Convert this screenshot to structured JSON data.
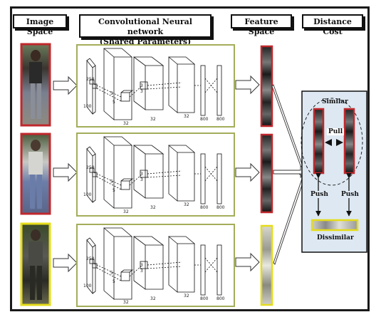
{
  "headers": {
    "image_space": "Image Space",
    "cnn_line1": "Convolutional Neural network",
    "cnn_line2": "(Shared Parameters)",
    "feature_space": "Feature Space",
    "distance_cost": "Distance Cost"
  },
  "cnn_labels": {
    "input_h": "250",
    "input_w": "100",
    "kernel1": "5",
    "kernel2": "5",
    "map1": "32",
    "kernel3": "3",
    "kernel4": "3",
    "map2": "32",
    "map3": "32",
    "fc1": "800",
    "fc2": "800"
  },
  "distance": {
    "similar": "Similar",
    "pull": "Pull",
    "push_left": "Push",
    "push_right": "Push",
    "dissimilar": "Dissimilar"
  },
  "colors": {
    "similar_border": "#c0282d",
    "dissimilar_border": "#e5dc1a",
    "cnn_border": "#a4ad5a",
    "panel_fill": "#dde8f2"
  }
}
